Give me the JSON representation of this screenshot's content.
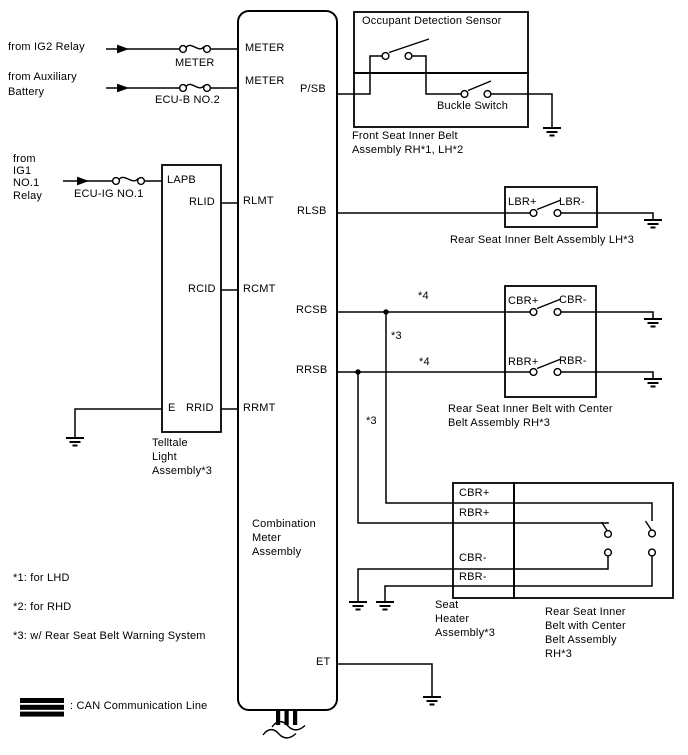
{
  "sources": {
    "ig2": "from IG2 Relay",
    "aux_l1": "from Auxiliary",
    "aux_l2": "Battery",
    "ig1_l1": "from",
    "ig1_l2": "IG1",
    "ig1_l3": "NO.1",
    "ig1_l4": "Relay"
  },
  "fuses": {
    "meter": "METER",
    "ecu_b": "ECU-B NO.2",
    "ecu_ig": "ECU-IG NO.1"
  },
  "combination_meter": {
    "label_l1": "Combination",
    "label_l2": "Meter",
    "label_l3": "Assembly",
    "pins": {
      "meter_1": "METER",
      "meter_2": "METER",
      "p_sb": "P/SB",
      "rlmt": "RLMT",
      "rlsb": "RLSB",
      "rcmt": "RCMT",
      "rcsb": "RCSB",
      "rrsb": "RRSB",
      "rrmt": "RRMT",
      "et": "ET"
    }
  },
  "telltale": {
    "pins": {
      "lapb": "LAPB",
      "rlid": "RLID",
      "rcid": "RCID",
      "e": "E",
      "rrid": "RRID"
    },
    "label_l1": "Telltale",
    "label_l2": "Light",
    "label_l3": "Assembly*3"
  },
  "front_seat": {
    "sensor_title": "Occupant Detection Sensor",
    "buckle_label": "Buckle Switch",
    "caption_l1": "Front Seat Inner Belt",
    "caption_l2": "Assembly RH*1, LH*2"
  },
  "rear_lh": {
    "lbr_plus": "LBR+",
    "lbr_minus": "LBR-",
    "caption": "Rear Seat Inner Belt Assembly LH*3"
  },
  "rear_rh": {
    "cbr_plus": "CBR+",
    "cbr_minus": "CBR-",
    "rbr_plus": "RBR+",
    "rbr_minus": "RBR-",
    "caption_l1": "Rear Seat Inner Belt with Center",
    "caption_l2": "Belt Assembly RH*3"
  },
  "seat_heater": {
    "cbr_plus": "CBR+",
    "rbr_plus": "RBR+",
    "cbr_minus": "CBR-",
    "rbr_minus": "RBR-",
    "caption_l1": "Seat",
    "caption_l2": "Heater",
    "caption_l3": "Assembly*3"
  },
  "rear_center_bottom": {
    "caption_l1": "Rear Seat Inner",
    "caption_l2": "Belt with Center",
    "caption_l3": "Belt Assembly",
    "caption_l4": "RH*3"
  },
  "refs": {
    "star4_rcsb": "*4",
    "star3_rcsb": "*3",
    "star4_rrsb": "*4",
    "star3_rrsb": "*3"
  },
  "notes": {
    "n1": "*1: for LHD",
    "n2": "*2: for RHD",
    "n3": "*3: w/ Rear Seat Belt Warning System"
  },
  "legend": {
    "can": ": CAN Communication Line"
  },
  "colors": {
    "line": "#000000",
    "background": "#ffffff"
  }
}
